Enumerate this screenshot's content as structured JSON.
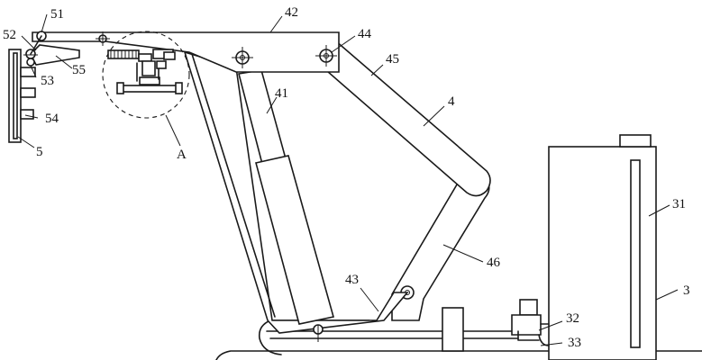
{
  "labels": {
    "l51": "51",
    "l52": "52",
    "l53": "53",
    "l54": "54",
    "l5": "5",
    "l55": "55",
    "l42": "42",
    "l44": "44",
    "l45": "45",
    "l41": "41",
    "l4": "4",
    "lA": "A",
    "l43": "43",
    "l46": "46",
    "l31": "31",
    "l3": "3",
    "l32": "32",
    "l33": "33"
  }
}
